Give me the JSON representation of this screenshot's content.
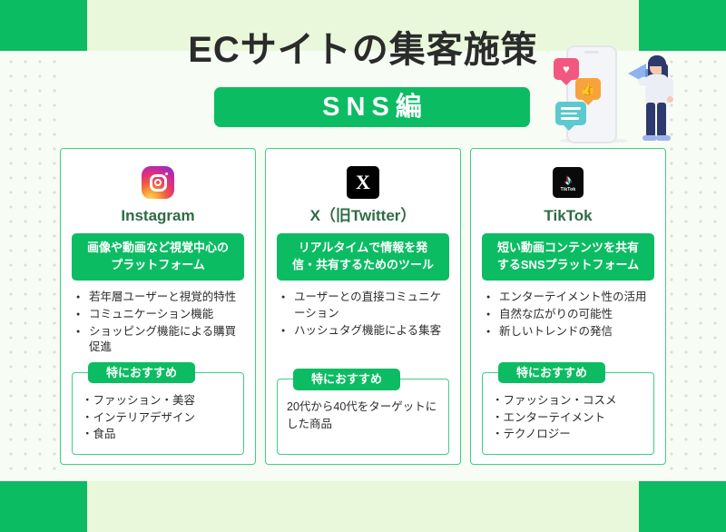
{
  "header": {
    "title": "ECサイトの集客施策",
    "subtitle_badge": "SNS編",
    "accent_green": "#0cbc63",
    "band_green": "#e9f8da",
    "illustration": {
      "name": "woman-with-megaphone-and-phone",
      "heart_glyph": "♥",
      "thumb_glyph": "👍",
      "bubble_colors": [
        "#f2577f",
        "#f7a33c",
        "#5bc9cf"
      ]
    }
  },
  "cards": [
    {
      "id": "instagram",
      "logo": "instagram-icon",
      "title": "Instagram",
      "description": "画像や動画など視覚中心の\nプラットフォーム",
      "description_lines": [
        "画像や動画など視覚中心の",
        "プラットフォーム"
      ],
      "bullets": [
        "若年層ユーザーと視覚的特性",
        "コミュニケーション機能",
        "ショッピング機能による購買促進"
      ],
      "recommend_label": "特におすすめ",
      "recommend_items": [
        "・ファッション・美容",
        "・インテリアデザイン",
        "・食品"
      ]
    },
    {
      "id": "x-twitter",
      "logo": "x-twitter-icon",
      "logo_glyph": "X",
      "title": "X（旧Twitter）",
      "description": "リアルタイムで情報を発\n信・共有するためのツール",
      "description_lines": [
        "リアルタイムで情報を発",
        "信・共有するためのツール"
      ],
      "bullets": [
        "ユーザーとの直接コミュニケーション",
        "ハッシュタグ機能による集客"
      ],
      "recommend_label": "特におすすめ",
      "recommend_text": "20代から40代をターゲットにした商品"
    },
    {
      "id": "tiktok",
      "logo": "tiktok-icon",
      "logo_glyph": "♪",
      "logo_word": "TikTok",
      "title": "TikTok",
      "description": "短い動画コンテンツを共有\nするSNSプラットフォーム",
      "description_lines": [
        "短い動画コンテンツを共有",
        "するSNSプラットフォーム"
      ],
      "bullets": [
        "エンターテイメント性の活用",
        "自然な広がりの可能性",
        "新しいトレンドの発信"
      ],
      "recommend_label": "特におすすめ",
      "recommend_items": [
        "・ファッション・コスメ",
        "・エンターテイメント",
        "・テクノロジー"
      ]
    }
  ]
}
